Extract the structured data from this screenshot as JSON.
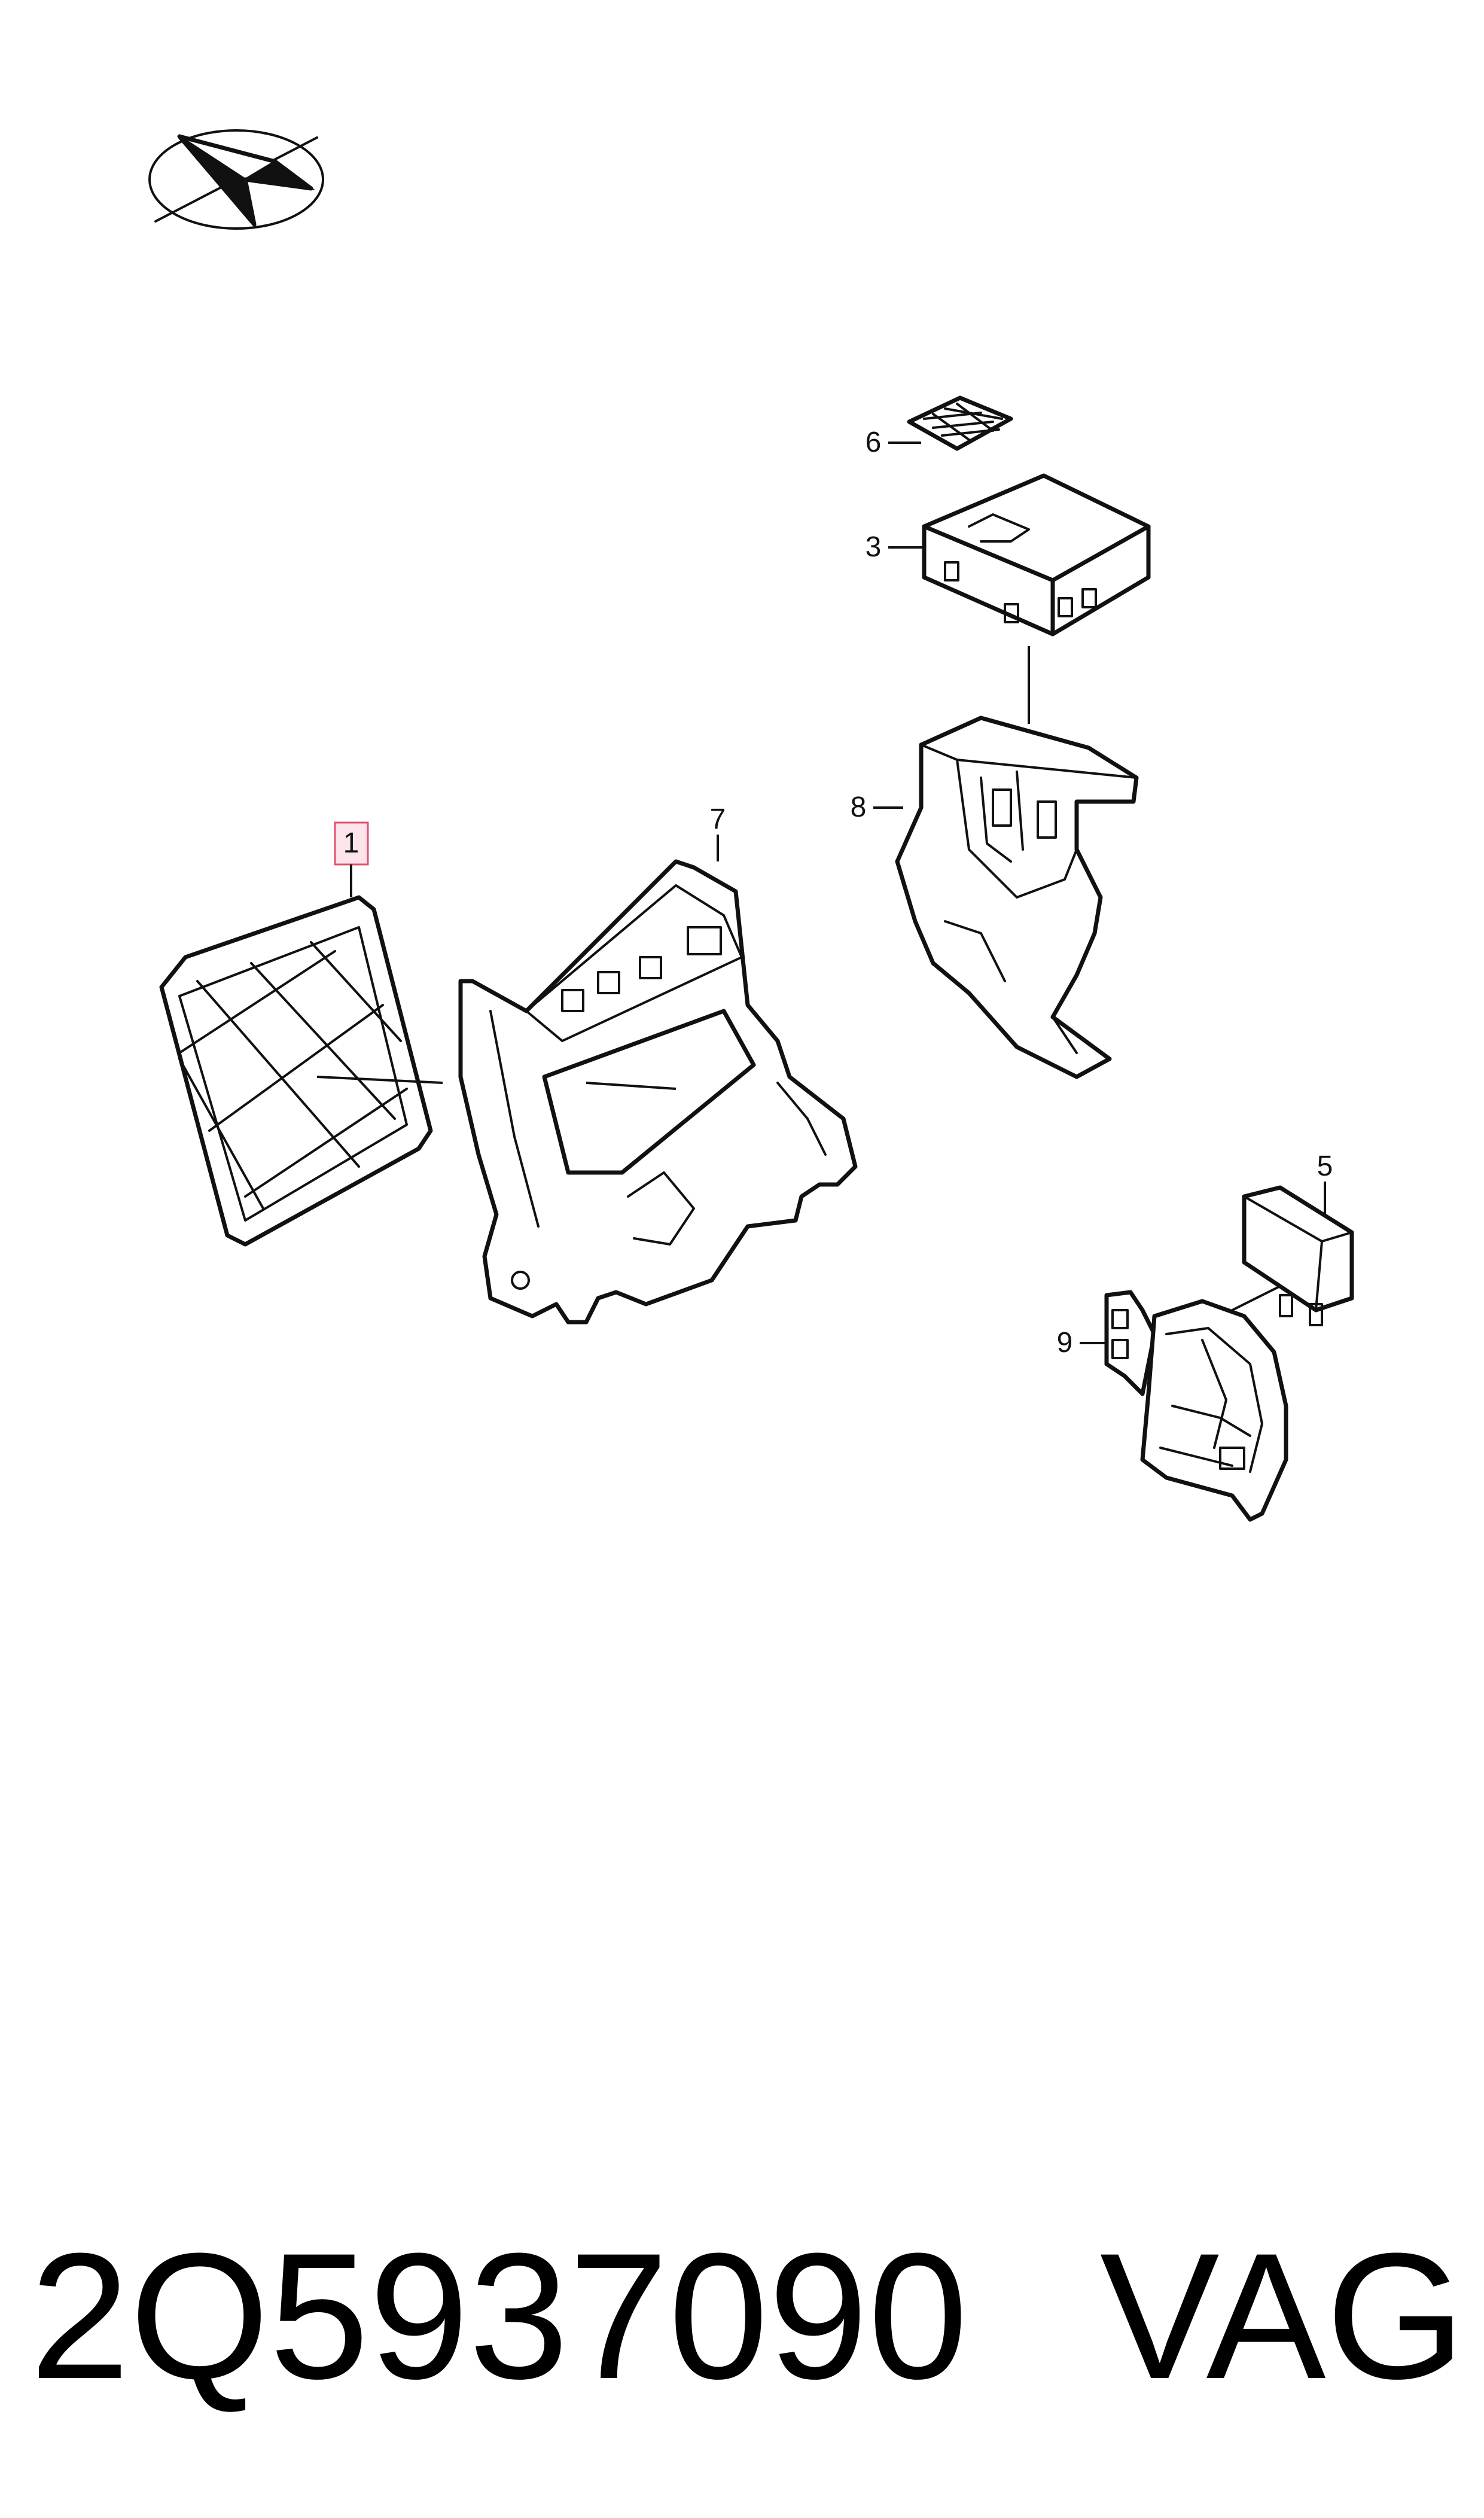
{
  "callouts": {
    "c1": "1",
    "c3": "3",
    "c5": "5",
    "c6": "6",
    "c7": "7",
    "c8": "8",
    "c9": "9"
  },
  "footer": {
    "part_number": "2Q5937090",
    "brand": "VAG"
  },
  "colors": {
    "line": "#111111",
    "highlight_fill": "#fde3ea",
    "highlight_stroke": "#e0516e"
  },
  "icons": {
    "logo": "paper-plane-logo-icon"
  }
}
